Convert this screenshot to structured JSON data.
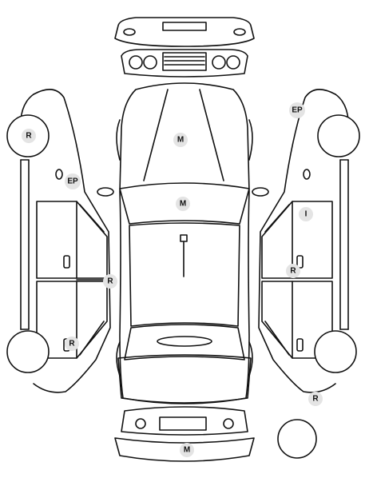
{
  "markers": {
    "hood": "M",
    "windshield": "M",
    "rear_bumper": "M",
    "left_front_wheel": "R",
    "left_front_fender": "EP",
    "left_rear_door": "R",
    "left_rear_wheel_arch": "R",
    "right_front_fender": "EP",
    "right_front_door": "I",
    "right_rear_door": "R",
    "right_rear_bumper": "R"
  },
  "colors": {
    "line": "#111111",
    "marker_fill": "#e4e4e4",
    "background": "#ffffff"
  }
}
